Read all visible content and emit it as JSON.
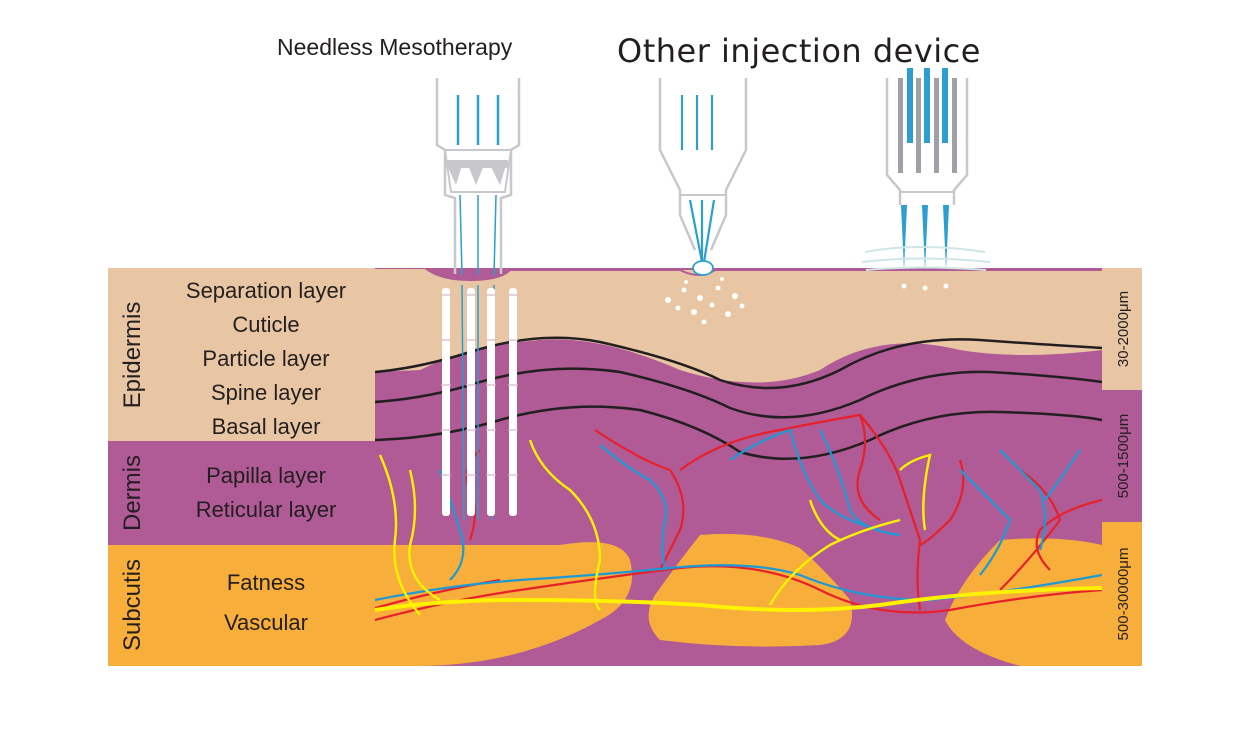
{
  "titles": {
    "left": "Needless Mesotherapy",
    "right": "Other injection device"
  },
  "groups": {
    "epidermis": "Epidermis",
    "dermis": "Dermis",
    "subcutis": "Subcutis"
  },
  "layers": {
    "separation": "Separation layer",
    "cuticle": "Cuticle",
    "particle": "Particle layer",
    "spine": "Spine layer",
    "basal": "Basal layer",
    "papilla": "Papilla layer",
    "reticular": "Reticular layer",
    "fatness": "Fatness",
    "vascular": "Vascular"
  },
  "depths": {
    "epidermis": "30-2000μm",
    "dermis": "500-1500μm",
    "subcutis": "500-30000μm"
  },
  "colors": {
    "epidermis": "#e8c6a3",
    "dermis": "#b05a96",
    "subcutis": "#f7ae3a",
    "vessel_red": "#e8202a",
    "vessel_blue": "#1c9ad6",
    "vessel_yellow": "#fff200",
    "needle_blue": "#2a9fd0",
    "device_outline": "#c8c8cc"
  }
}
